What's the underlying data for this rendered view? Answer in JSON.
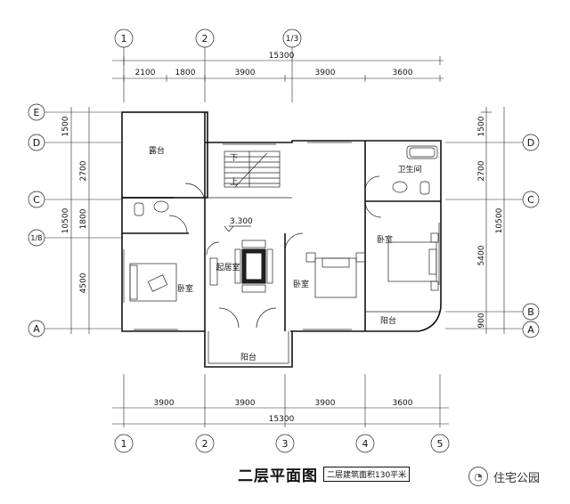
{
  "axes": {
    "top": [
      "1",
      "2",
      "1/3"
    ],
    "bottom": [
      "1",
      "2",
      "3",
      "4",
      "5"
    ],
    "left": [
      "E",
      "D",
      "C",
      "1/B",
      "A"
    ],
    "right": [
      "D",
      "C",
      "B",
      "A"
    ]
  },
  "dims": {
    "top_total": "15300",
    "top_segments": [
      "2100",
      "1800",
      "3900",
      "3900",
      "3600"
    ],
    "bottom_segments": [
      "3900",
      "3900",
      "3900",
      "3600"
    ],
    "bottom_total": "15300",
    "left_segments": [
      "1500",
      "2700",
      "1800",
      "4500"
    ],
    "left_total": "10500",
    "right_segments": [
      "1500",
      "2700",
      "5400",
      "900"
    ],
    "right_total": "10500"
  },
  "rooms": {
    "terrace": "露台",
    "stair_down": "下",
    "stair_up": "上",
    "bath": "卫生间",
    "bedroom_left": "卧室",
    "living": "起居室",
    "bedroom_center": "卧室",
    "bedroom_right": "卧室",
    "balcony": "阳台",
    "railing_room": "阳台",
    "elevation": "3.300"
  },
  "caption": {
    "title": "二层平面图",
    "area": "二层建筑面积130平米"
  },
  "watermark": {
    "text": "住宅公园",
    "logo_icon": "wechat-icon"
  }
}
